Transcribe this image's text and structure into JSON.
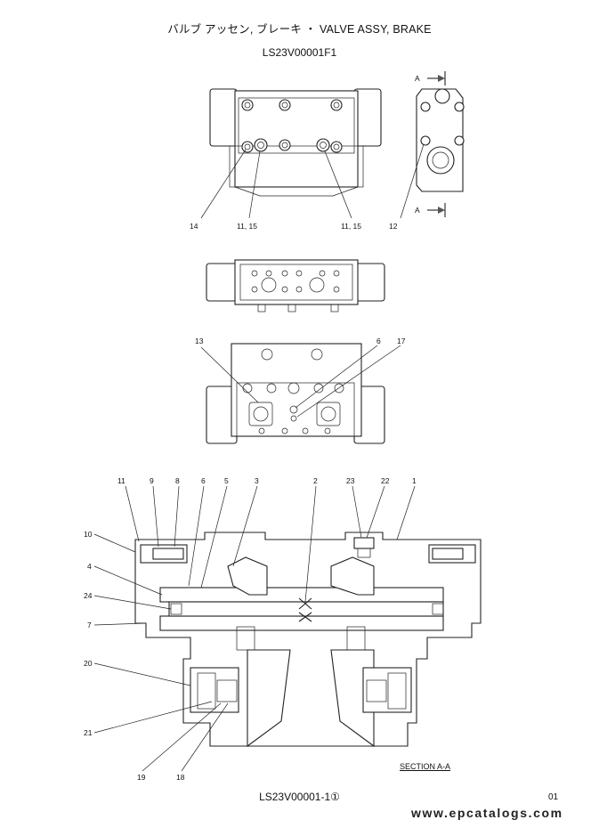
{
  "title": "バルブ アッセン, ブレーキ  ・  VALVE ASSY, BRAKE",
  "drawing_code_top": "LS23V00001F1",
  "drawing_code_bottom": "LS23V00001-1①",
  "section_label": "SECTION  A-A",
  "page_number": "01",
  "watermark": "www.epcatalogs.com",
  "arrow_label": "A",
  "callouts_top": {
    "c14": "14",
    "c11_15_left": "11, 15",
    "c11_15_right": "11, 15",
    "c12": "12"
  },
  "callouts_mid": {
    "c13": "13",
    "c6": "6",
    "c17": "17"
  },
  "callouts_section": {
    "c11": "11",
    "c9": "9",
    "c8": "8",
    "c6": "6",
    "c5": "5",
    "c3": "3",
    "c2": "2",
    "c23": "23",
    "c22": "22",
    "c1": "1",
    "c10": "10",
    "c4": "4",
    "c24": "24",
    "c7": "7",
    "c20": "20",
    "c21": "21",
    "c19": "19",
    "c18": "18"
  }
}
